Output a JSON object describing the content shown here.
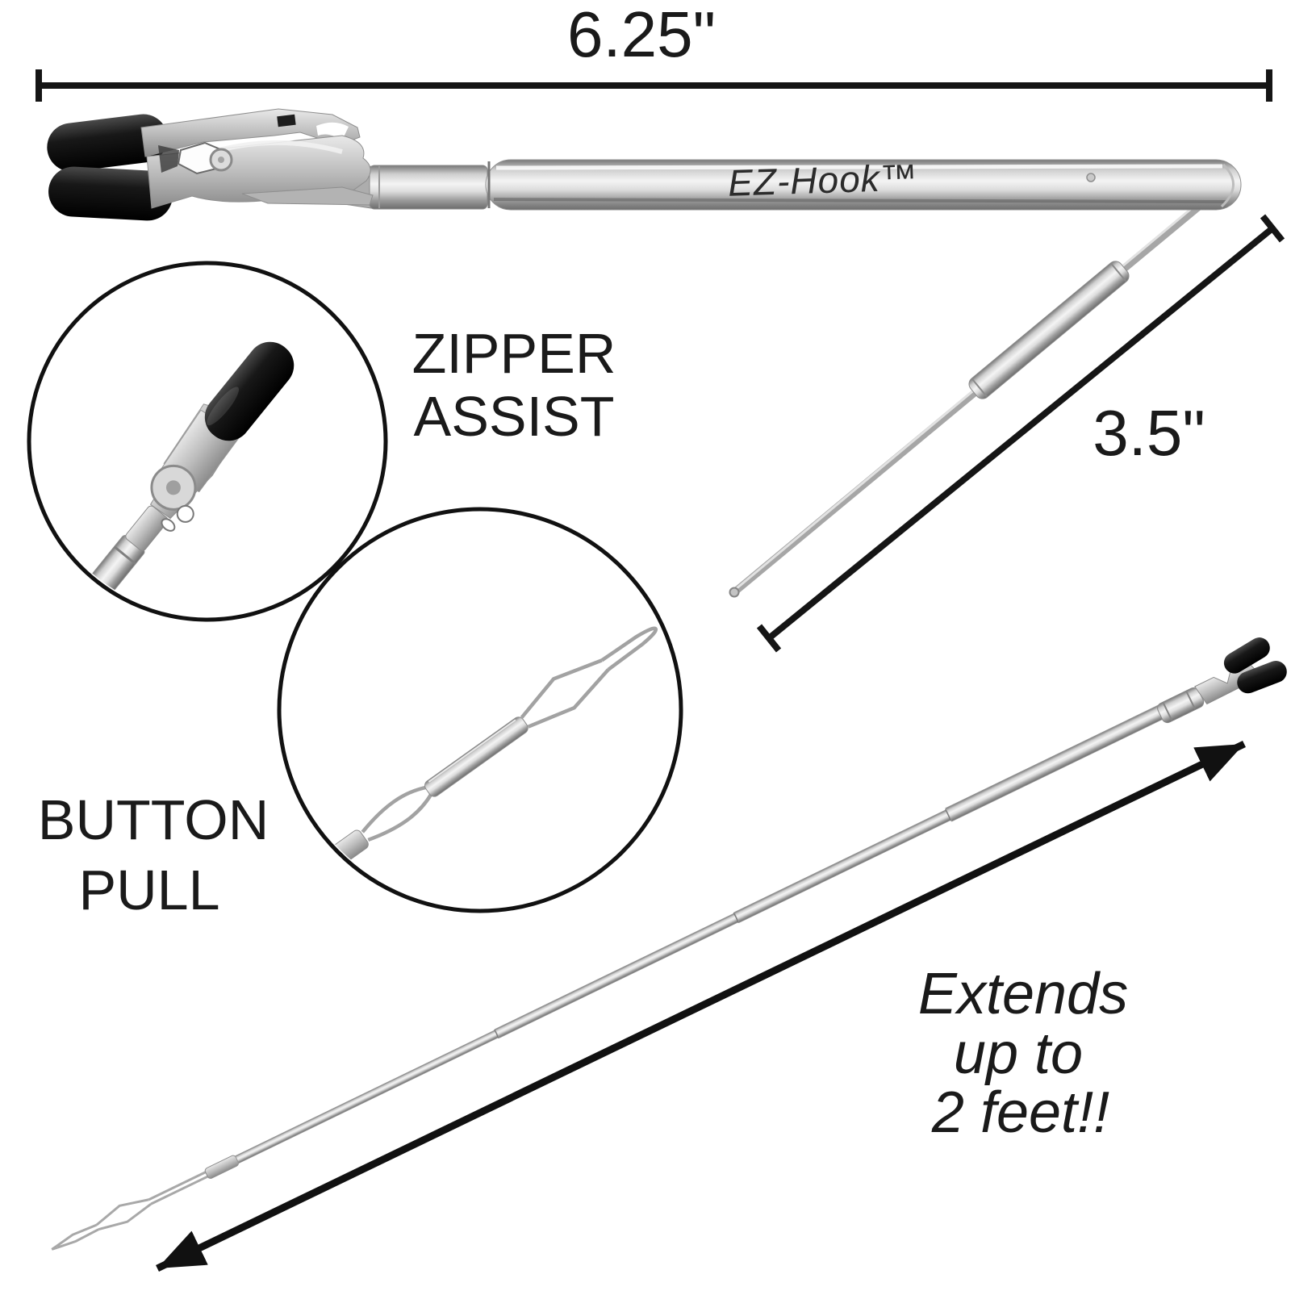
{
  "title": "EZ-Hook zipper assist and button pull tool diagram",
  "labels": {
    "overall_length": "6.25\"",
    "hook_length": "3.5\"",
    "brand": "EZ-Hook™",
    "zipper_assist_line1": "ZIPPER",
    "zipper_assist_line2": "ASSIST",
    "button_pull_line1": "BUTTON",
    "button_pull_line2": "PULL",
    "extends_line1": "Extends",
    "extends_line2": "up to",
    "extends_line3": "2 feet!!"
  },
  "colors": {
    "background": "#ffffff",
    "text": "#1a1a1a",
    "annotation_line": "#151515",
    "metal_light": "#f4f4f4",
    "metal_mid": "#b9b9b9",
    "metal_dark": "#6c6c6c",
    "rubber_tip": "#141414"
  }
}
